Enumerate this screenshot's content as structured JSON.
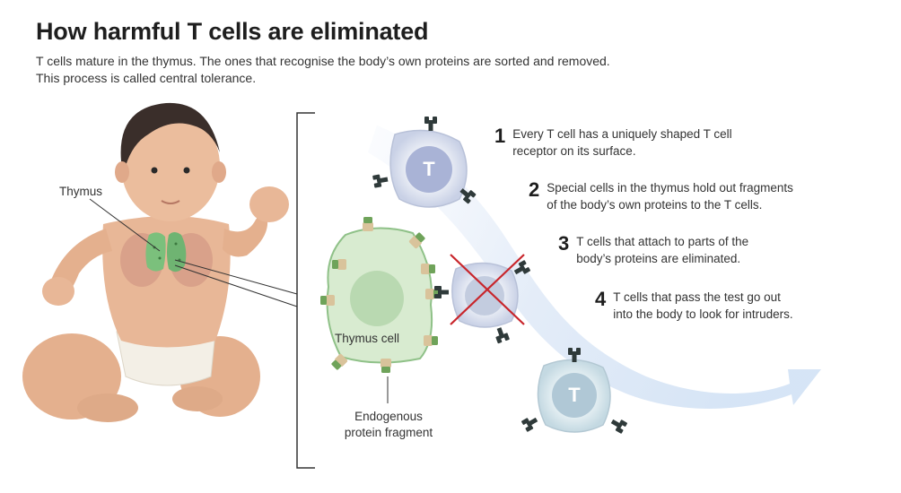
{
  "header": {
    "title": "How harmful T cells are eliminated",
    "subtitle_line1": "T cells mature in the thymus. The ones that recognise the body’s own proteins are sorted and removed.",
    "subtitle_line2": "This process is called central tolerance."
  },
  "labels": {
    "thymus": "Thymus",
    "thymus_cell": "Thymus cell",
    "fragment_line1": "Endogenous",
    "fragment_line2": "protein fragment",
    "t_cell_letter": "T"
  },
  "steps": [
    {
      "number": "1",
      "line1": "Every T cell has a uniquely shaped T cell",
      "line2": "receptor on its surface."
    },
    {
      "number": "2",
      "line1": "Special cells in the thymus hold out fragments",
      "line2": "of the body’s own proteins to the T cells."
    },
    {
      "number": "3",
      "line1": "T cells that attach to parts of the",
      "line2": "body’s proteins are eliminated."
    },
    {
      "number": "4",
      "line1": "T cells that pass the test go out",
      "line2": "into the body to look for intruders."
    }
  ],
  "colors": {
    "t_cell_membrane": "#dde3f0",
    "t_cell_nucleus": "#a9b3d6",
    "thymus_cell_fill": "#d8ebd0",
    "thymus_cell_nucleus": "#b9d9b1",
    "thymus_gland": "#7bc07c",
    "eliminated_cross": "#c8252b",
    "path_arrow": "#dbe7f6",
    "receptor": "#2f3a3a",
    "skin": "#e8b797"
  },
  "icons": {
    "baby": "baby-illustration",
    "thymus_gland": "thymus-gland-icon",
    "t_cell": "t-cell-icon",
    "cross": "cross-icon",
    "arrow": "path-arrow-icon"
  }
}
